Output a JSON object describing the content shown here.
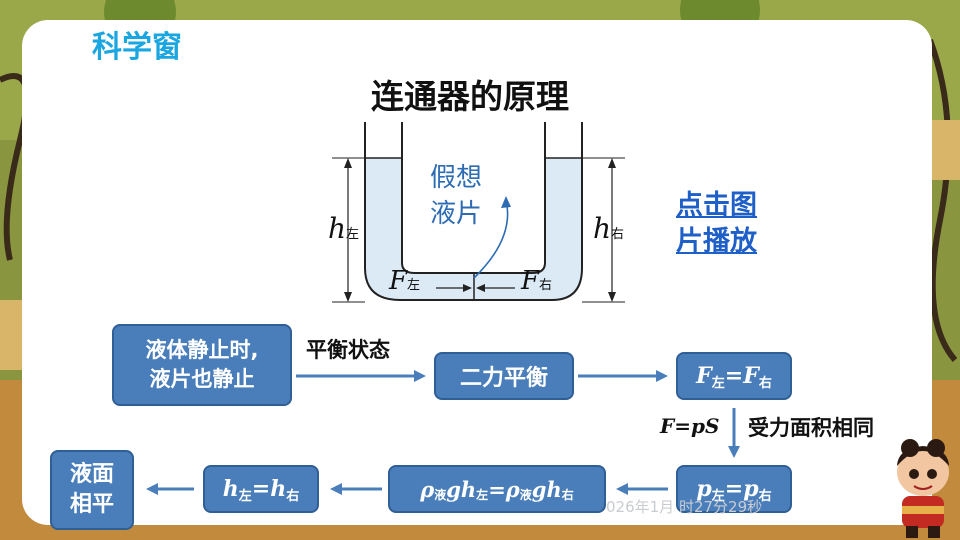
{
  "header": "科学窗",
  "title": "连通器的原理",
  "diagram": {
    "imagined_label_line1": "假想",
    "imagined_label_line2": "液片",
    "h": "h",
    "F": "F",
    "left": "左",
    "right": "右"
  },
  "link": {
    "line1": "点击图",
    "line2": "片播放"
  },
  "flow": {
    "box1_line1": "液体静止时,",
    "box1_line2": "液片也静止",
    "arrow1_label": "平衡状态",
    "box2": "二力平衡",
    "box3": {
      "a": "F",
      "sa": "左",
      "eq": "=",
      "b": "F",
      "sb": "右"
    },
    "arrow3_label_formula": "F=pS",
    "arrow3_label_text": "受力面积相同",
    "box4": {
      "a": "p",
      "sa": "左",
      "eq": "=",
      "b": "p",
      "sb": "右"
    },
    "box5": {
      "rho": "ρ",
      "sub_liquid": "液",
      "g": "g",
      "h": "h",
      "s_left": "左",
      "eq": "=",
      "rho2": "ρ",
      "sub_liquid2": "液",
      "g2": "g",
      "h2": "h",
      "s_right": "右"
    },
    "box6": {
      "a": "h",
      "sa": "左",
      "eq": "=",
      "b": "h",
      "sb": "右"
    },
    "box7_line1": "液面",
    "box7_line2": "相平"
  },
  "timestamp": "026年1月   时27分29秒",
  "colors": {
    "box": "#4a7ebb",
    "arrow": "#4a7ebb",
    "header": "#1aa6e0",
    "link": "#1e5fc8",
    "liquid": "#dceaf6"
  }
}
